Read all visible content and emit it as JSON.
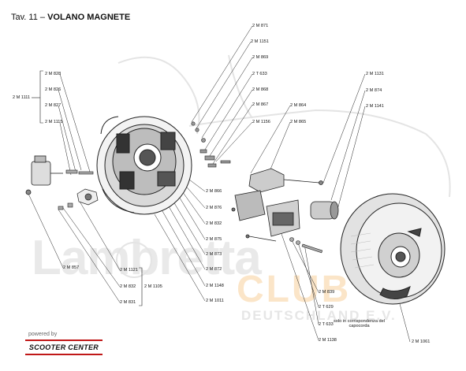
{
  "header": {
    "tav": "Tav. 11 –",
    "name": "VOLANO MAGNETE"
  },
  "watermark": {
    "line1": "Lambretta",
    "line2": "CLUB",
    "line3": "DEUTSCHLAND E.V."
  },
  "footer": {
    "powered": "powered by",
    "brand": "SCOOTER CENTER"
  },
  "labels": {
    "group_left": "2 M 1111",
    "p828": "2 M 828",
    "p826": "2 M 826",
    "p827": "2 M 827",
    "p1115": "2 M 1115",
    "p871": "2 M 871",
    "p1151": "2 M 1151",
    "p869": "2 M 869",
    "t633a": "2 T 633",
    "p868": "2 M 868",
    "p867": "2 M 867",
    "p1156": "2 M 1156",
    "p864": "2 M 864",
    "p865": "2 M 865",
    "p1131": "2 M 1131",
    "p874": "2 M 874",
    "p1141": "2 M 1141",
    "p866": "2 M 866",
    "p876": "2 M 876",
    "p832a": "2 M 832",
    "p875": "2 M 875",
    "p873": "2 M 873",
    "p872": "2 M 872",
    "p1148": "2 M 1148",
    "p1011": "2 M 1011",
    "p857": "2 M 857",
    "p1121": "2 M 1121",
    "p1105": "2 M 1105",
    "p832b": "2 M 832",
    "p831": "2 M 831",
    "p839": "2 M 839",
    "t629": "2 T 629",
    "t633b": "2 T 633",
    "note": "solo in corrispondenza del\ncapocorda",
    "p1138": "2 M 1138",
    "p1061": "2 M 1061"
  }
}
